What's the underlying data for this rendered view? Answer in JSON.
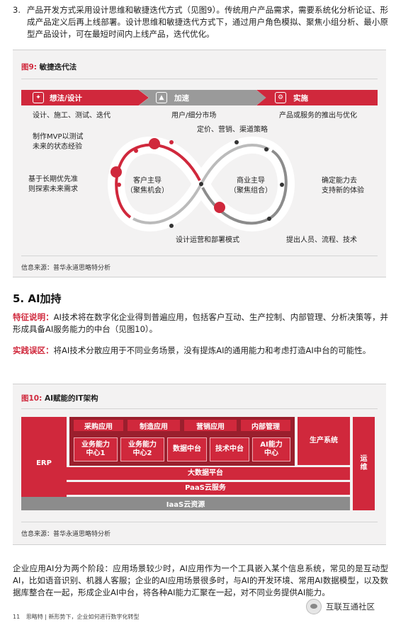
{
  "item3": {
    "number": "3.",
    "text": "产品开发方式采用设计思维和敏捷迭代方式（见图9）。传统用户产品需求，需要系统化分析论证、形成产品定义后再上线部署。设计思维和敏捷迭代方式下，通过用户角色模拟、聚焦小组分析、最小原型产品设计，可在最短时间内上线产品，迭代优化。"
  },
  "figure9": {
    "label": "图9:",
    "title": "敏捷迭代法",
    "banners": [
      {
        "label": "想法/设计",
        "icon": "lightbulb-icon"
      },
      {
        "label": "加速",
        "icon": "rocket-icon"
      },
      {
        "label": "实施",
        "icon": "gear-icon"
      }
    ],
    "labels": {
      "top_left": "设计、施工、测试、迭代",
      "mvp": "制作MVP以测试\n未来的状态经验",
      "long_term": "基于长期优先准\n则探索未来需求",
      "user_market": "用户/细分市场",
      "pricing": "定价、营销、渠道策略",
      "product_launch": "产品或服务的推出与优化",
      "capability": "确定能力去\n支持新的体验",
      "ops_model": "设计运营和部署模式",
      "people": "提出人员、流程、技术",
      "customer_led": "客户主导\n（聚焦机会）",
      "business_led": "商业主导\n（聚焦组合）"
    },
    "source": "信息来源：普华永道思略特分析"
  },
  "section5": {
    "heading": "5. AI加持",
    "feature_label": "特征说明：",
    "feature_text": "AI技术将在数字化企业得到普遍应用，包括客户互动、生产控制、内部管理、分析决策等，并形成具备AI服务能力的中台（见图10）。",
    "misc_label": "实践误区：",
    "misc_text": "将AI技术分散应用于不同业务场景，没有提炼AI的通用能力和考虑打造AI中台的可能性。"
  },
  "figure10": {
    "label": "图10:",
    "title": "AI赋能的IT架构",
    "erp": "ERP",
    "production": "生产系统",
    "ops": "运\n维",
    "apps": [
      "采购应用",
      "制造应用",
      "营销应用",
      "内部管理"
    ],
    "cores": [
      "业务能力\n中心1",
      "业务能力\n中心2",
      "数据中台",
      "技术中台",
      "AI能力\n中心"
    ],
    "bigdata": "大数据平台",
    "paas": "PaaS云服务",
    "iaas": "IaaS云资源",
    "source": "信息来源：普华永道思略特分析"
  },
  "bottom_text": "企业应用AI分为两个阶段：应用场景较少时，AI应用作为一个工具嵌入某个信息系统，常见的是互动型AI，比如语音识别、机器人客服；企业的AI应用场景很多时，与AI的开发环境、常用AI数据模型，以及数据库整合在一起，形成企业AI中台，将各种AI能力汇聚在一起，对不同业务提供AI能力。",
  "footer": {
    "page": "11",
    "brand": "思略特",
    "separator": "|",
    "title": "新形势下，企业如何进行数字化转型"
  },
  "watermark": "互联互通社区",
  "colors": {
    "accent": "#d0283c",
    "dark_red": "#9a1f2d",
    "gray": "#8c8c8c",
    "panel": "#f3f2f2"
  }
}
